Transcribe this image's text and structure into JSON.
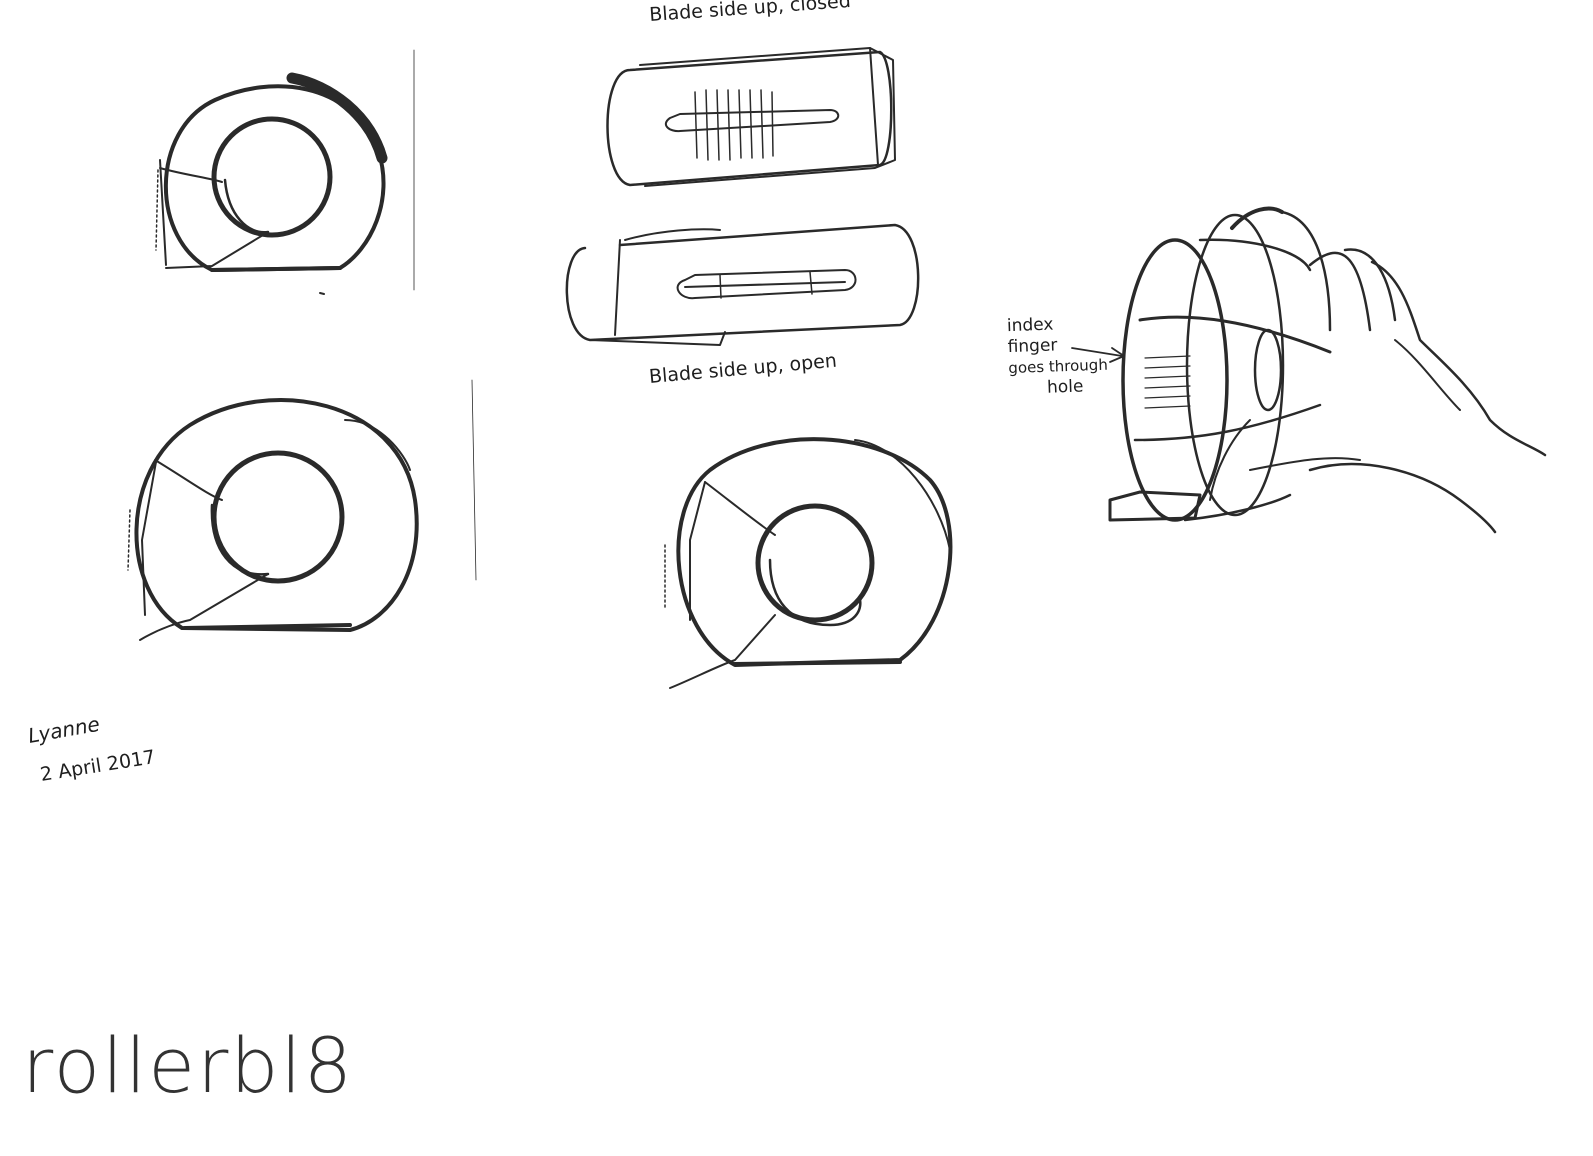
{
  "captions": {
    "closed": "Blade side up, closed",
    "open": "Blade side up, open"
  },
  "annotation": {
    "line1": "index",
    "line2": "finger",
    "line3": "goes through",
    "line4": "hole"
  },
  "signature": {
    "name": "Lyanne",
    "date": "2 April 2017"
  },
  "brand": {
    "name": "rollerbl8"
  },
  "colors": {
    "ink": "#2a2a2a",
    "paper": "#ffffff"
  }
}
